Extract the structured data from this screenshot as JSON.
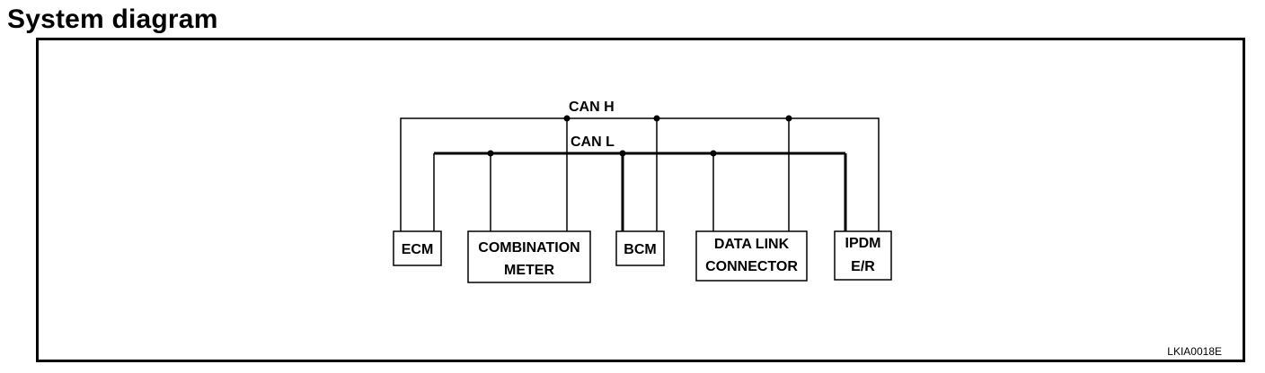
{
  "page": {
    "title": "System diagram"
  },
  "diagram": {
    "bus_labels": {
      "can_h": "CAN H",
      "can_l": "CAN L"
    },
    "modules": {
      "ecm": [
        "ECM"
      ],
      "combination_meter": [
        "COMBINATION",
        "METER"
      ],
      "bcm": [
        "BCM"
      ],
      "data_link_connector": [
        "DATA LINK",
        "CONNECTOR"
      ],
      "ipdm_er": [
        "IPDM",
        "E/R"
      ]
    },
    "figure_code": "LKIA0018E"
  }
}
